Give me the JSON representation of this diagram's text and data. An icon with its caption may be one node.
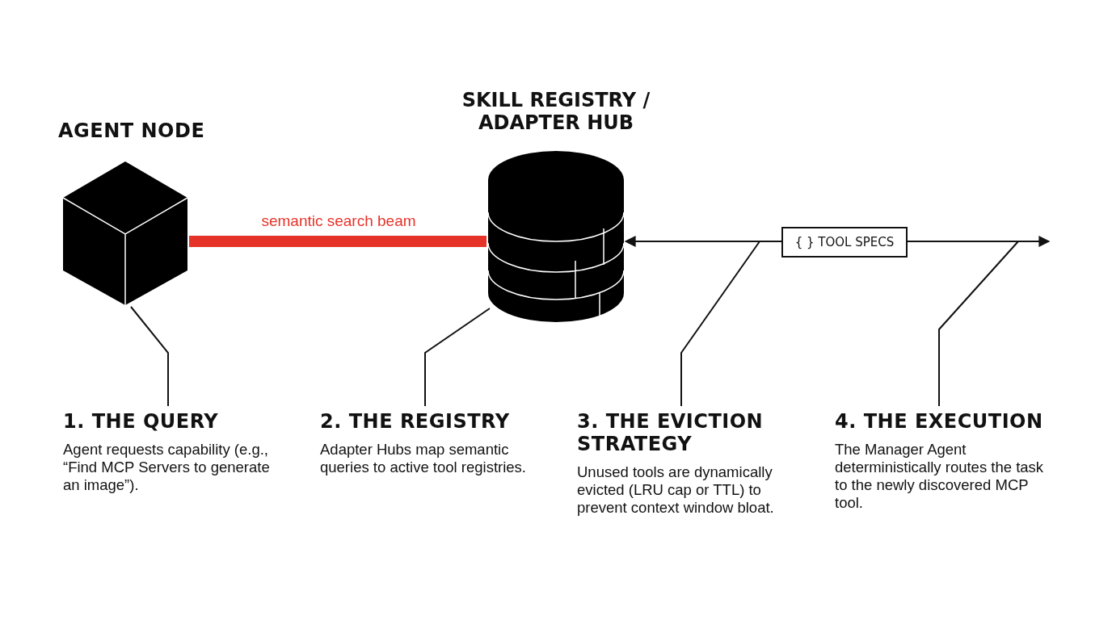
{
  "diagram": {
    "nodes": [
      {
        "text": [
          "AGENT NODE"
        ]
      },
      {
        "text": [
          "SKILL REGISTRY / ADAPTER HUB"
        ]
      },
      {
        "text": [
          "{ } TOOL SPECS"
        ]
      },
      {
        "text": [
          "1. THE QUERY",
          "Agent requests capability (e.g., “Find MCP Servers to generate an image”)."
        ]
      },
      {
        "text": [
          "2. THE REGISTRY",
          "Adapter Hubs map semantic queries to active tool registries."
        ]
      },
      {
        "text": [
          "3. THE EVICTION STRATEGY",
          "Unused tools are dynamically evicted (LRU cap or TTL) to prevent context window bloat."
        ]
      },
      {
        "text": [
          "4. THE EXECUTION",
          "The Manager Agent deterministically routes the task to the newly discovered MCP tool."
        ]
      }
    ],
    "edges": [
      {
        "from": 0,
        "to": 1,
        "arrow": "to",
        "label": "semantic search beam",
        "style": "thick",
        "color": "#e63329"
      },
      {
        "from": 2,
        "to": 1,
        "arrow": "to"
      },
      {
        "from": 2,
        "to": null,
        "arrow": "to"
      },
      {
        "from": 3,
        "to": 0,
        "arrow": "none"
      },
      {
        "from": 4,
        "to": 1,
        "arrow": "none"
      },
      {
        "from": 5,
        "to": null,
        "arrow": "none"
      },
      {
        "from": 6,
        "to": null,
        "arrow": "none"
      }
    ]
  }
}
